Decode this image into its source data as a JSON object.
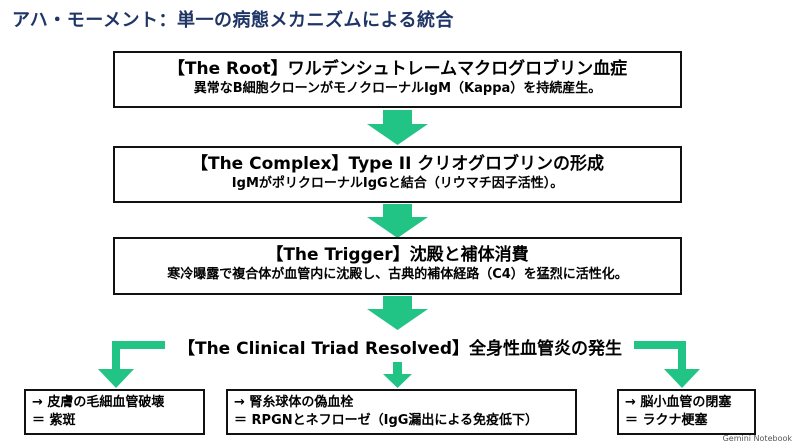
{
  "title": "アハ・モーメント：単一の病態メカニズムによる統合",
  "colors": {
    "title": "#1f3566",
    "arrow": "#22c486",
    "border": "#111111"
  },
  "boxes": {
    "root": {
      "heading": "【The Root】ワルデンシュトレームマクログロブリン血症",
      "body": "異常なB細胞クローンがモノクローナルIgM（Kappa）を持続産生。"
    },
    "complex": {
      "heading": "【The Complex】Type II クリオグロブリンの形成",
      "body": "IgMがポリクローナルIgGと結合（リウマチ因子活性）。"
    },
    "trigger": {
      "heading": "【The Trigger】沈殿と補体消費",
      "body": "寒冷曝露で複合体が血管内に沈殿し、古典的補体経路（C4）を猛烈に活性化。"
    }
  },
  "triad": "【The Clinical Triad Resolved】全身性血管炎の発生",
  "outcomes": [
    {
      "line1": "→ 皮膚の毛細血管破壊",
      "line2": "＝ 紫斑"
    },
    {
      "line1": "→ 腎糸球体の偽血栓",
      "line2": "＝ RPGNとネフローゼ（IgG漏出による免疫低下）"
    },
    {
      "line1": "→ 脳小血管の閉塞",
      "line2": "＝ ラクナ梗塞"
    }
  ],
  "footer": "Gemini Notebook"
}
